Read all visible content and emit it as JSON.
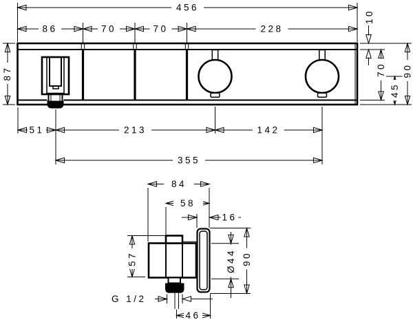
{
  "front_view": {
    "dims": {
      "total_width": "456",
      "seg_86": "86",
      "seg_70_left": "70",
      "seg_70_right": "70",
      "seg_228": "228",
      "top_offset_10": "10",
      "left_height_87": "87",
      "inner_height_70": "70",
      "center_offset_45": "45",
      "total_height_90": "90",
      "spout_offset_51": "51",
      "span_213": "213",
      "span_142": "142",
      "span_total_355": "355"
    }
  },
  "side_view": {
    "dims": {
      "depth_84": "84",
      "depth_58": "58",
      "plate_depth_16": "16",
      "body_height_57": "57",
      "diameter_44": "Ø44",
      "plate_height_90": "90",
      "thread_size": "G 1/2",
      "offset_46": "46"
    }
  }
}
